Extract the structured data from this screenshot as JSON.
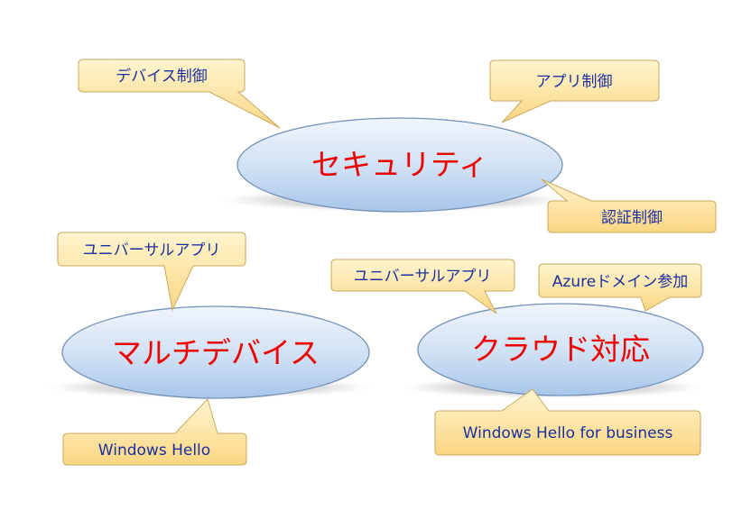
{
  "topics": {
    "security": {
      "label": "セキュリティ",
      "callouts": {
        "device_control": "デバイス制御",
        "app_control": "アプリ制御",
        "auth_control": "認証制御"
      }
    },
    "multi_device": {
      "label": "マルチデバイス",
      "callouts": {
        "universal_app": "ユニバーサルアプリ",
        "windows_hello": "Windows Hello"
      }
    },
    "cloud": {
      "label": "クラウド対応",
      "callouts": {
        "universal_app": "ユニバーサルアプリ",
        "azure_domain": "Azureドメイン参加",
        "hello_business": "Windows Hello for business"
      }
    }
  },
  "colors": {
    "ellipse_label": "#ee0000",
    "callout_text": "#1a2fa0",
    "callout_fill_top": "#fff3c8",
    "callout_fill_bottom": "#fcd985",
    "callout_border": "#c9ab63",
    "ellipse_fill_top": "#eef4fb",
    "ellipse_fill_bottom": "#a9c8ea",
    "ellipse_border": "#6f8fb8"
  }
}
